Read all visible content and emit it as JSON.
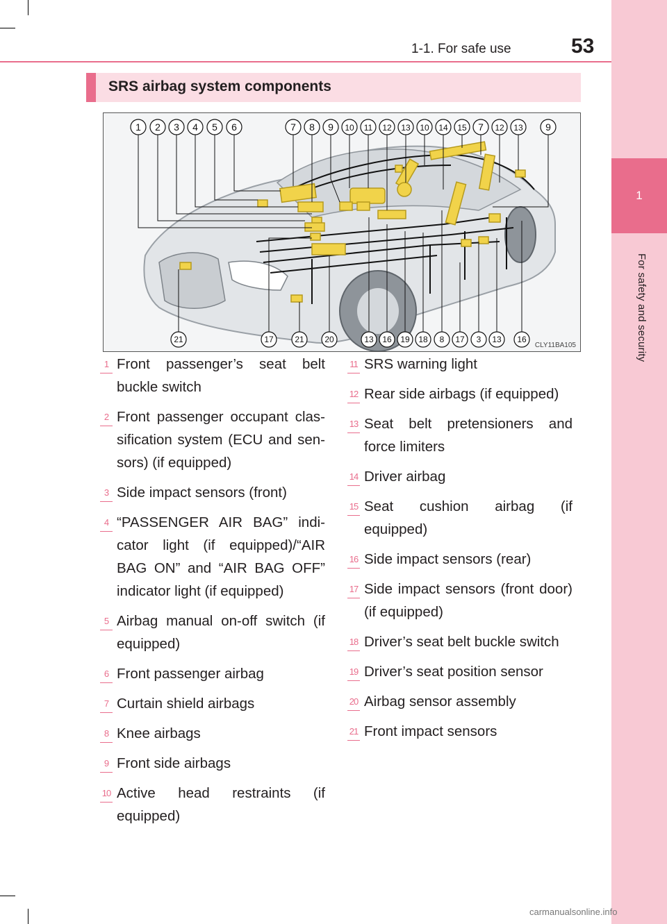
{
  "header": {
    "section_title": "1-1. For safe use",
    "page_number": "53"
  },
  "sidebar": {
    "chapter_number": "1",
    "chapter_title": "For safety and security"
  },
  "section": {
    "title": "SRS airbag system components"
  },
  "figure": {
    "code": "CLY11BA105",
    "top_callouts": [
      "1",
      "2",
      "3",
      "4",
      "5",
      "6",
      "7",
      "8",
      "9",
      "10",
      "11",
      "12",
      "13",
      "10",
      "14",
      "15",
      "7",
      "12",
      "13",
      "9"
    ],
    "bottom_callouts": [
      "21",
      "17",
      "21",
      "20",
      "13",
      "16",
      "19",
      "18",
      "8",
      "17",
      "3",
      "13",
      "16"
    ]
  },
  "legend_left": [
    {
      "num": "1",
      "text": "Front passenger’s seat belt buckle switch"
    },
    {
      "num": "2",
      "text": "Front passenger occupant clas-sification system (ECU and sen-sors) (if equipped)"
    },
    {
      "num": "3",
      "text": "Side impact sensors (front)"
    },
    {
      "num": "4",
      "text": "“PASSENGER AIR BAG” indi-cator light (if equipped)/“AIR BAG ON” and “AIR BAG OFF” indicator light (if equipped)"
    },
    {
      "num": "5",
      "text": "Airbag manual on-off switch (if equipped)"
    },
    {
      "num": "6",
      "text": "Front passenger airbag"
    },
    {
      "num": "7",
      "text": "Curtain shield airbags"
    },
    {
      "num": "8",
      "text": "Knee airbags"
    },
    {
      "num": "9",
      "text": "Front side airbags"
    },
    {
      "num": "10",
      "text": "Active head restraints (if equipped)"
    }
  ],
  "legend_right": [
    {
      "num": "11",
      "text": "SRS warning light"
    },
    {
      "num": "12",
      "text": "Rear side airbags (if equipped)"
    },
    {
      "num": "13",
      "text": "Seat belt pretensioners and force limiters"
    },
    {
      "num": "14",
      "text": "Driver airbag"
    },
    {
      "num": "15",
      "text": "Seat cushion airbag (if equipped)"
    },
    {
      "num": "16",
      "text": "Side impact sensors (rear)"
    },
    {
      "num": "17",
      "text": "Side impact sensors (front door) (if equipped)"
    },
    {
      "num": "18",
      "text": "Driver’s seat belt buckle switch"
    },
    {
      "num": "19",
      "text": "Driver’s seat position sensor"
    },
    {
      "num": "20",
      "text": "Airbag sensor assembly"
    },
    {
      "num": "21",
      "text": "Front impact sensors"
    }
  ],
  "footer": {
    "watermark": "carmanualsonline.info"
  },
  "colors": {
    "accent": "#e96d8c",
    "sidebar_bg": "#f8c9d4",
    "banner_bg": "#fbdde4",
    "component_yellow": "#f1d34a"
  }
}
